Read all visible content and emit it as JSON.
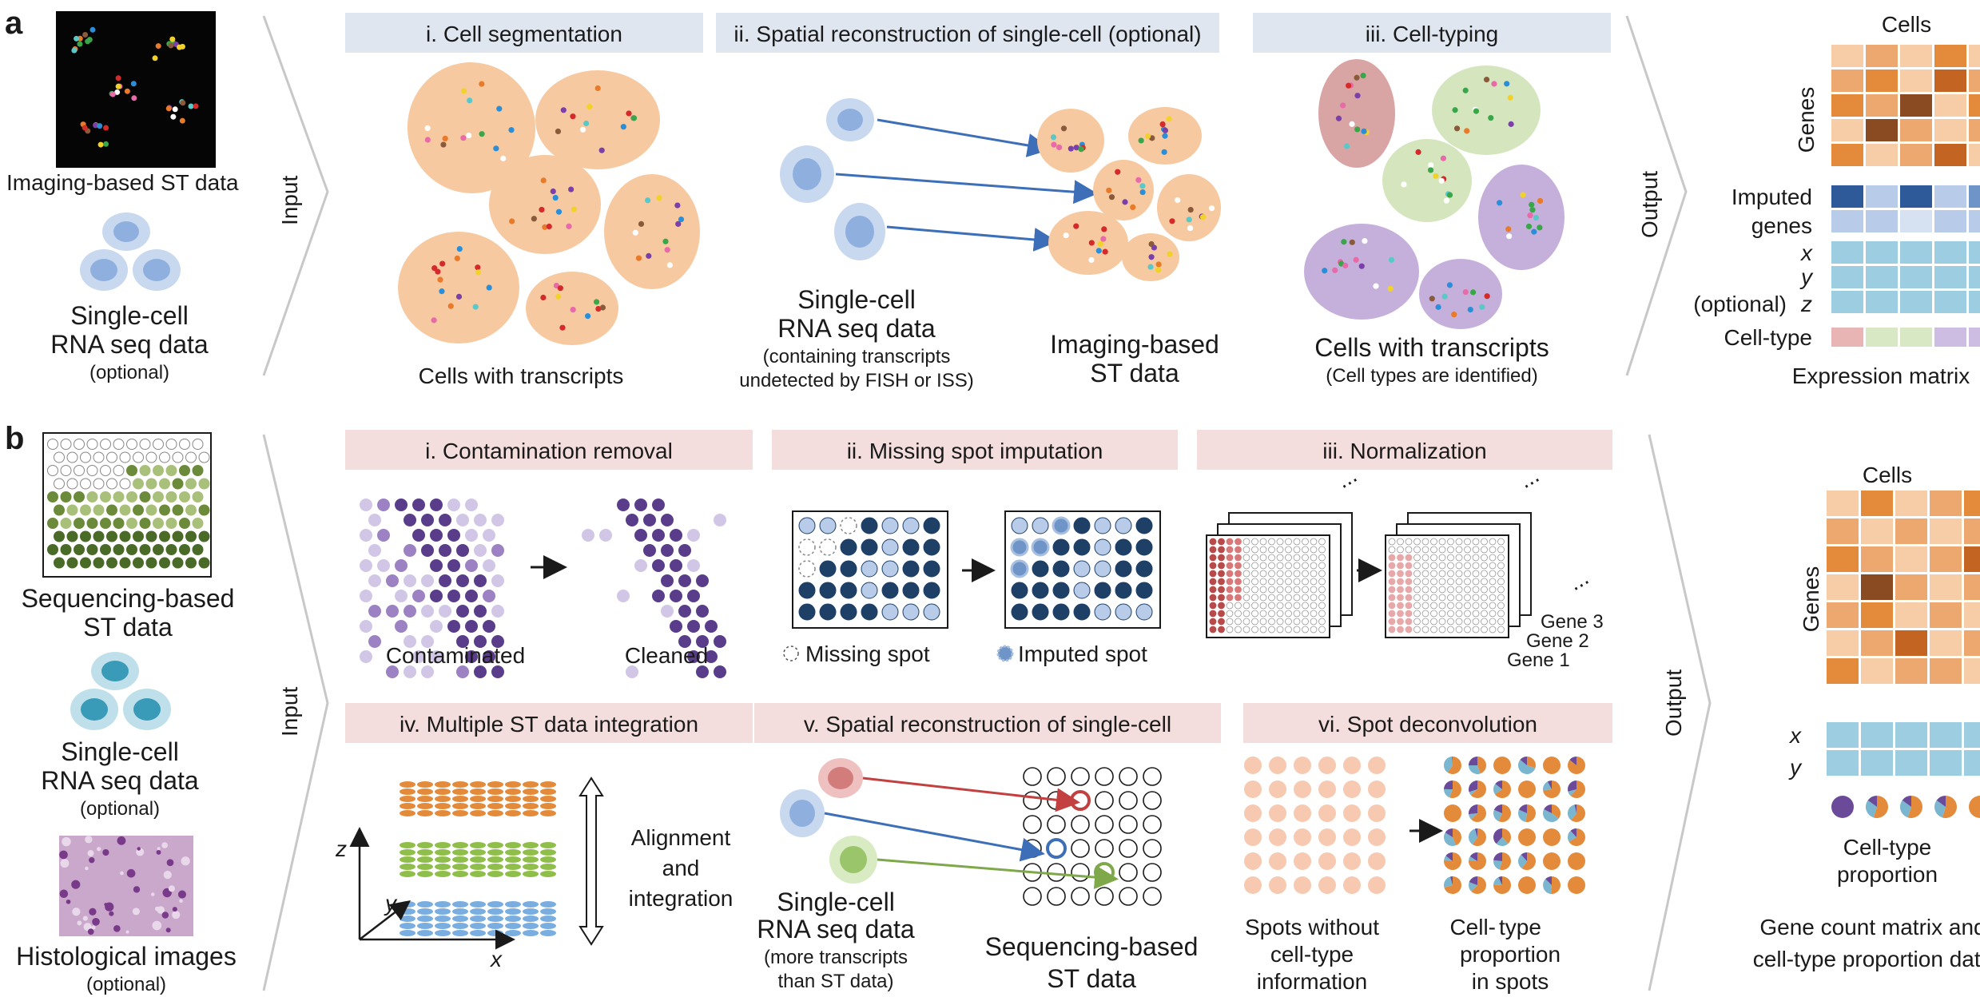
{
  "panel_a": {
    "letter": "a",
    "input_label": "Input",
    "output_label": "Output",
    "inputs": {
      "imaging": "Imaging-based ST data",
      "scrna_l1": "Single-cell",
      "scrna_l2": "RNA seq data",
      "scrna_l3": "(optional)"
    },
    "steps": {
      "s1": "i. Cell segmentation",
      "s2": "ii. Spatial reconstruction of single-cell (optional)",
      "s3": "iii. Cell-typing"
    },
    "captions": {
      "cells_with_transcripts": "Cells with transcripts",
      "sc_l1": "Single-cell",
      "sc_l2": "RNA seq data",
      "sc_l3": "(containing transcripts",
      "sc_l4": "undetected by FISH or ISS)",
      "img_l1": "Imaging-based",
      "img_l2": "ST data",
      "ct_l1": "Cells with transcripts",
      "ct_l2": "(Cell types are identified)"
    },
    "matrix": {
      "cells": "Cells",
      "genes": "Genes",
      "imputed_l1": "Imputed",
      "imputed_l2": "genes",
      "x": "x",
      "y": "y",
      "optional": "(optional)",
      "z": "z",
      "celltype": "Cell-type",
      "title": "Expression matrix"
    }
  },
  "panel_b": {
    "letter": "b",
    "input_label": "Input",
    "output_label": "Output",
    "inputs": {
      "seq_l1": "Sequencing-based",
      "seq_l2": "ST data",
      "scrna_l1": "Single-cell",
      "scrna_l2": "RNA seq data",
      "scrna_l3": "(optional)",
      "hist_l1": "Histological images",
      "hist_l2": "(optional)"
    },
    "steps": {
      "s1": "i. Contamination removal",
      "s2": "ii. Missing spot imputation",
      "s3": "iii. Normalization",
      "s4": "iv. Multiple ST data integration",
      "s5": "v. Spatial reconstruction of single-cell",
      "s6": "vi. Spot deconvolution"
    },
    "captions": {
      "contaminated": "Contaminated",
      "cleaned": "Cleaned",
      "missing_spot": "Missing spot",
      "imputed_spot": "Imputed spot",
      "gene3": "Gene 3",
      "gene2": "Gene 2",
      "gene1": "Gene 1",
      "ellipsis": "...",
      "align_l1": "Alignment",
      "align_l2": "and",
      "align_l3": "integration",
      "axis_x": "x",
      "axis_y": "y",
      "axis_z": "z",
      "sc_l1": "Single-cell",
      "sc_l2": "RNA seq data",
      "sc_l3": "(more transcripts",
      "sc_l4": "than ST data)",
      "seqst_l1": "Sequencing-based",
      "seqst_l2": "ST data",
      "spots_l1": "Spots without",
      "spots_l2": "cell-type",
      "spots_l3": "information",
      "prop_l1": "Cell-",
      "prop_l2": "type",
      "prop_l3": "proportion",
      "prop_l4": "in spots"
    },
    "matrix": {
      "cells": "Cells",
      "genes": "Genes",
      "x": "x",
      "y": "y",
      "ctp_l1": "Cell-type",
      "ctp_l2": "proportion",
      "final_l1": "Gene count matrix and",
      "final_l2": "cell-type proportion data"
    }
  },
  "colors": {
    "header_blue": "#dfe6f0",
    "header_pink": "#f4dedd",
    "cell_peach": "#f6c9a0",
    "cell_blue": "#9db8e0",
    "navy": "#1e3f66",
    "purple": "#5a3d8a",
    "orange": "#e38b3b",
    "teal": "#7ab6cf"
  }
}
